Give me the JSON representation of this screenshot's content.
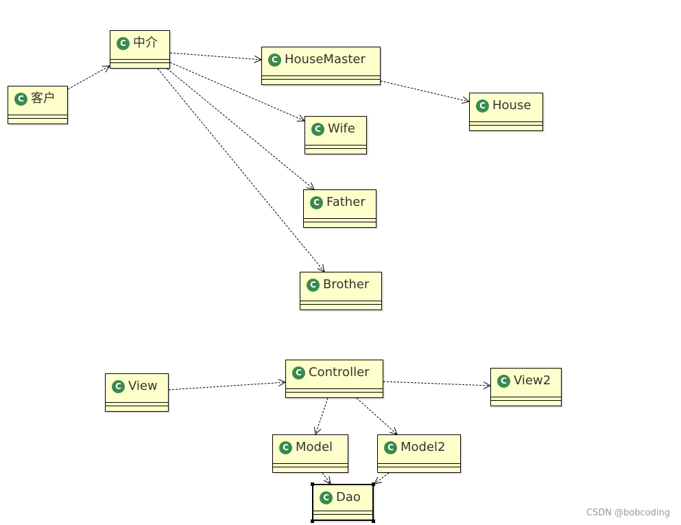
{
  "classes": {
    "kehu": {
      "name": "客户",
      "icon": "class-icon"
    },
    "zhongjie": {
      "name": "中介",
      "icon": "class-icon"
    },
    "housemaster": {
      "name": "HouseMaster",
      "icon": "class-icon"
    },
    "house": {
      "name": "House",
      "icon": "class-icon"
    },
    "wife": {
      "name": "Wife",
      "icon": "class-icon"
    },
    "father": {
      "name": "Father",
      "icon": "class-icon"
    },
    "brother": {
      "name": "Brother",
      "icon": "class-icon"
    },
    "view": {
      "name": "View",
      "icon": "class-icon"
    },
    "controller": {
      "name": "Controller",
      "icon": "class-icon"
    },
    "view2": {
      "name": "View2",
      "icon": "class-icon"
    },
    "model": {
      "name": "Model",
      "icon": "class-icon"
    },
    "model2": {
      "name": "Model2",
      "icon": "class-icon"
    },
    "dao": {
      "name": "Dao",
      "icon": "class-icon"
    }
  },
  "dependencies": [
    {
      "from": "kehu",
      "to": "zhongjie"
    },
    {
      "from": "zhongjie",
      "to": "housemaster"
    },
    {
      "from": "housemaster",
      "to": "house"
    },
    {
      "from": "zhongjie",
      "to": "wife"
    },
    {
      "from": "zhongjie",
      "to": "father"
    },
    {
      "from": "zhongjie",
      "to": "brother"
    },
    {
      "from": "view",
      "to": "controller"
    },
    {
      "from": "controller",
      "to": "view2"
    },
    {
      "from": "controller",
      "to": "model"
    },
    {
      "from": "controller",
      "to": "model2"
    },
    {
      "from": "model",
      "to": "dao"
    },
    {
      "from": "model2",
      "to": "dao"
    }
  ],
  "icon_letter": "C",
  "icon_color": "#3a8a4e",
  "box_fill": "#ffffcc",
  "selected_class": "dao",
  "watermark": "CSDN @bobcoding"
}
